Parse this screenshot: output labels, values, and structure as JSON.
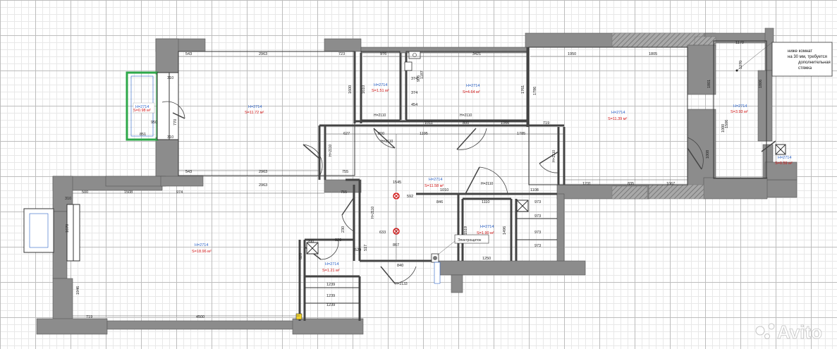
{
  "plan": {
    "rooms": [
      {
        "id": "balcony",
        "h": "H=2714",
        "s": "S=0.98 м²"
      },
      {
        "id": "room1",
        "h": "H=2714",
        "s": "S=11.72 м²"
      },
      {
        "id": "bath1",
        "h": "H=2714",
        "s": "S=1.51 м²"
      },
      {
        "id": "bath2",
        "h": "H=2714",
        "s": "S=4.64 м²"
      },
      {
        "id": "room2",
        "h": "H=2714",
        "s": "S=11.39 м²"
      },
      {
        "id": "loggia",
        "h": "H=2714",
        "s": "S=3.93 м²"
      },
      {
        "id": "loggia-small",
        "h": "H=2714",
        "s": "S=0.59 м²"
      },
      {
        "id": "hall",
        "h": "H=2714",
        "s": "S=11.58 м²"
      },
      {
        "id": "living",
        "h": "H=2714",
        "s": "S=18.96 м²"
      },
      {
        "id": "closet",
        "h": "H=2714",
        "s": "S=1.90 м²"
      },
      {
        "id": "storage",
        "h": "H=2714",
        "s": "S=1.21 м²"
      }
    ],
    "door_heights": [
      "H=2110",
      "H=2110",
      "H=2110",
      "H=2110",
      "H=2110",
      "H=2110",
      "H=2110",
      "H=2133"
    ],
    "electric_panel": "Электрощиток",
    "note": [
      "ниже комнат",
      "на 30 мм, требуется",
      "дополнительная",
      "стяжка"
    ],
    "dims": {
      "top_row": [
        "543",
        "2963",
        "723",
        "976",
        "3421",
        "1950",
        "1805",
        "1170"
      ],
      "room1_bottom": [
        "543",
        "2963",
        "755"
      ],
      "corridor": [
        "627",
        "800",
        "1195",
        "1011",
        "800",
        "1066",
        "719",
        "1785"
      ],
      "living_top": [
        "500",
        "1508",
        "974",
        "2963",
        "755"
      ],
      "living_bottom": [
        "719",
        "4500"
      ],
      "room2_bottom": [
        "1231",
        "835",
        "1067"
      ],
      "misc": [
        "1545",
        "592",
        "1010",
        "1108",
        "846",
        "1110",
        "973",
        "973",
        "973",
        "973",
        "1250",
        "840",
        "920",
        "1239",
        "1239",
        "1239",
        "633",
        "867",
        "1600",
        "1761",
        "1786",
        "1801",
        "1610",
        "310",
        "310",
        "950",
        "851",
        "770",
        "310",
        "1670",
        "1946",
        "1000",
        "1270",
        "1806",
        "1506",
        "1008",
        "374",
        "374",
        "454",
        "1187",
        "906",
        "200",
        "230",
        "520",
        "620",
        "517",
        "1519",
        "1496"
      ]
    },
    "watermark": "Avito"
  }
}
